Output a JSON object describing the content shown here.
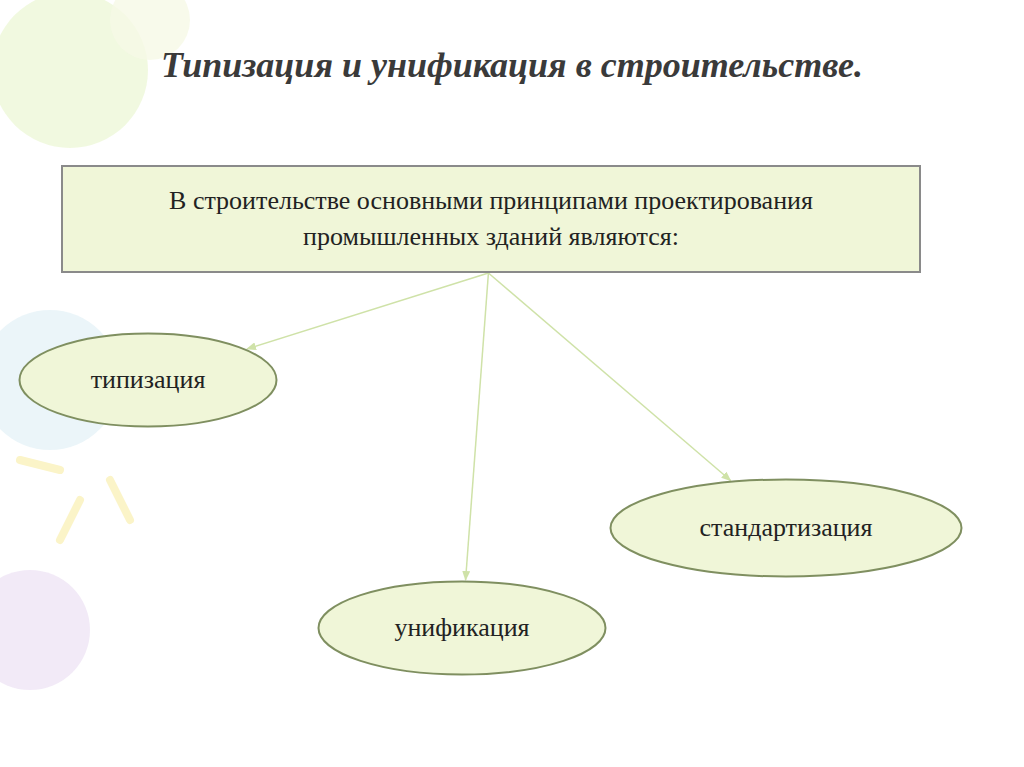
{
  "diagram": {
    "title": "Типизация и унификация в строительстве.",
    "nodes": [
      {
        "text": [
          "В строительстве основными принципами проектирования промышленных зданий являются:"
        ]
      },
      {
        "text": [
          "типизация"
        ]
      },
      {
        "text": [
          "стандартизация"
        ]
      },
      {
        "text": [
          "унификация"
        ]
      }
    ],
    "edges": [
      {
        "from": 0,
        "to": 1,
        "arrow": "to"
      },
      {
        "from": 0,
        "to": 2,
        "arrow": "to"
      },
      {
        "from": 0,
        "to": 3,
        "arrow": "to"
      }
    ]
  }
}
